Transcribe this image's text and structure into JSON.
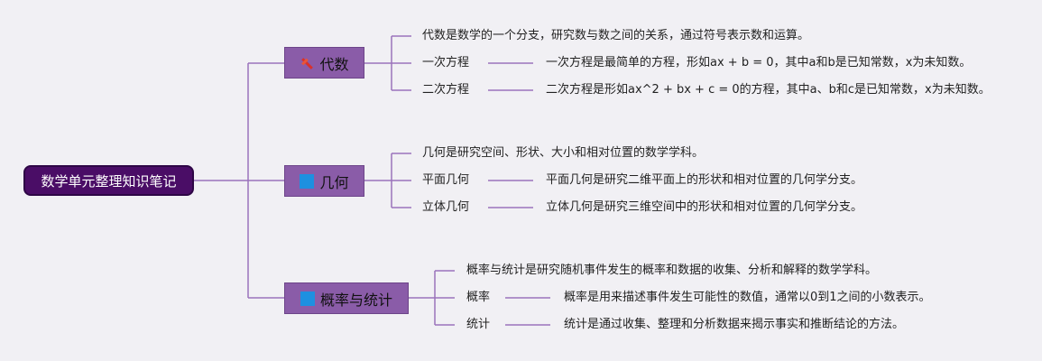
{
  "root": {
    "label": "数学单元整理知识笔记"
  },
  "branches": [
    {
      "label": "代数",
      "icon": "hammer-icon",
      "summary": "代数是数学的一个分支，研究数与数之间的关系，通过符号表示数和运算。",
      "children": [
        {
          "term": "一次方程",
          "definition": "一次方程是最简单的方程，形如ax + b = 0，其中a和b是已知常数，x为未知数。"
        },
        {
          "term": "二次方程",
          "definition": "二次方程是形如ax^2 + bx + c = 0的方程，其中a、b和c是已知常数，x为未知数。"
        }
      ]
    },
    {
      "label": "几何",
      "icon": "blue-square-icon",
      "summary": "几何是研究空间、形状、大小和相对位置的数学学科。",
      "children": [
        {
          "term": "平面几何",
          "definition": "平面几何是研究二维平面上的形状和相对位置的几何学分支。"
        },
        {
          "term": "立体几何",
          "definition": "立体几何是研究三维空间中的形状和相对位置的几何学分支。"
        }
      ]
    },
    {
      "label": "概率与统计",
      "icon": "blue-square-icon",
      "summary": "概率与统计是研究随机事件发生的概率和数据的收集、分析和解释的数学学科。",
      "children": [
        {
          "term": "概率",
          "definition": "概率是用来描述事件发生可能性的数值，通常以0到1之间的小数表示。"
        },
        {
          "term": "统计",
          "definition": "统计是通过收集、整理和分析数据来揭示事实和推断结论的方法。"
        }
      ]
    }
  ],
  "colors": {
    "root_fill": "#4a0d66",
    "branch_fill": "#8a5ca8",
    "connector": "#9b72bb",
    "background": "#f1f0f4"
  }
}
